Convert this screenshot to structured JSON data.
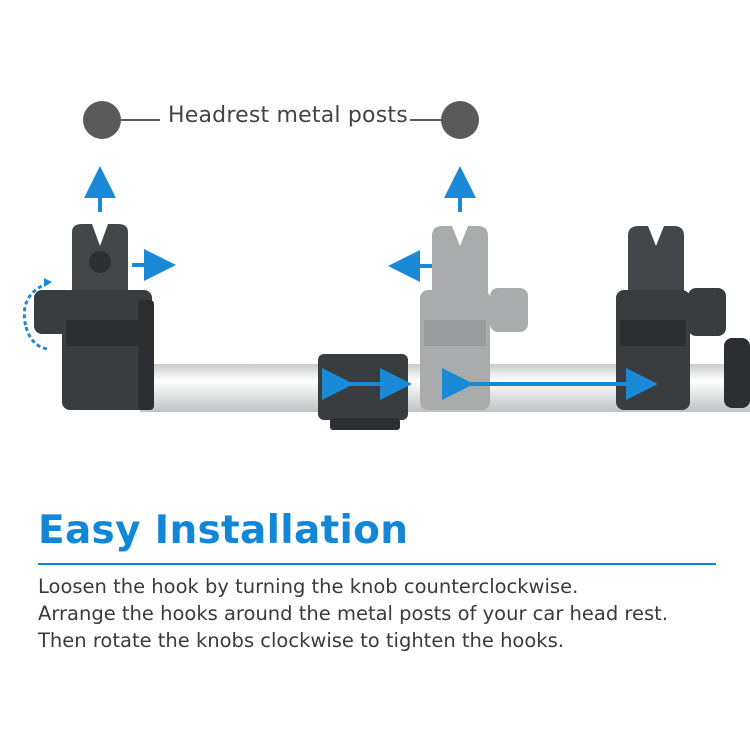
{
  "illustration": {
    "post_label": "Headrest metal posts",
    "icons": [
      "headrest-post-left-icon",
      "headrest-post-right-icon",
      "hook-left-icon",
      "hook-middle-faded-icon",
      "hook-right-icon",
      "slider-clamp-icon",
      "rotate-knob-arrow-icon"
    ],
    "colors": {
      "accent": "#1287d8",
      "arrow": "#1a8ad6",
      "part_dark": "#3a3d40",
      "part_faded": "#a9abad",
      "post": "#5a5a5a",
      "bar": "#e6e8ea"
    }
  },
  "section": {
    "title": "Easy Installation",
    "lines": [
      "Loosen the hook by turning the knob counterclockwise.",
      "Arrange the hooks around the metal posts of your car head rest.",
      "Then rotate the knobs clockwise to tighten the hooks."
    ]
  }
}
